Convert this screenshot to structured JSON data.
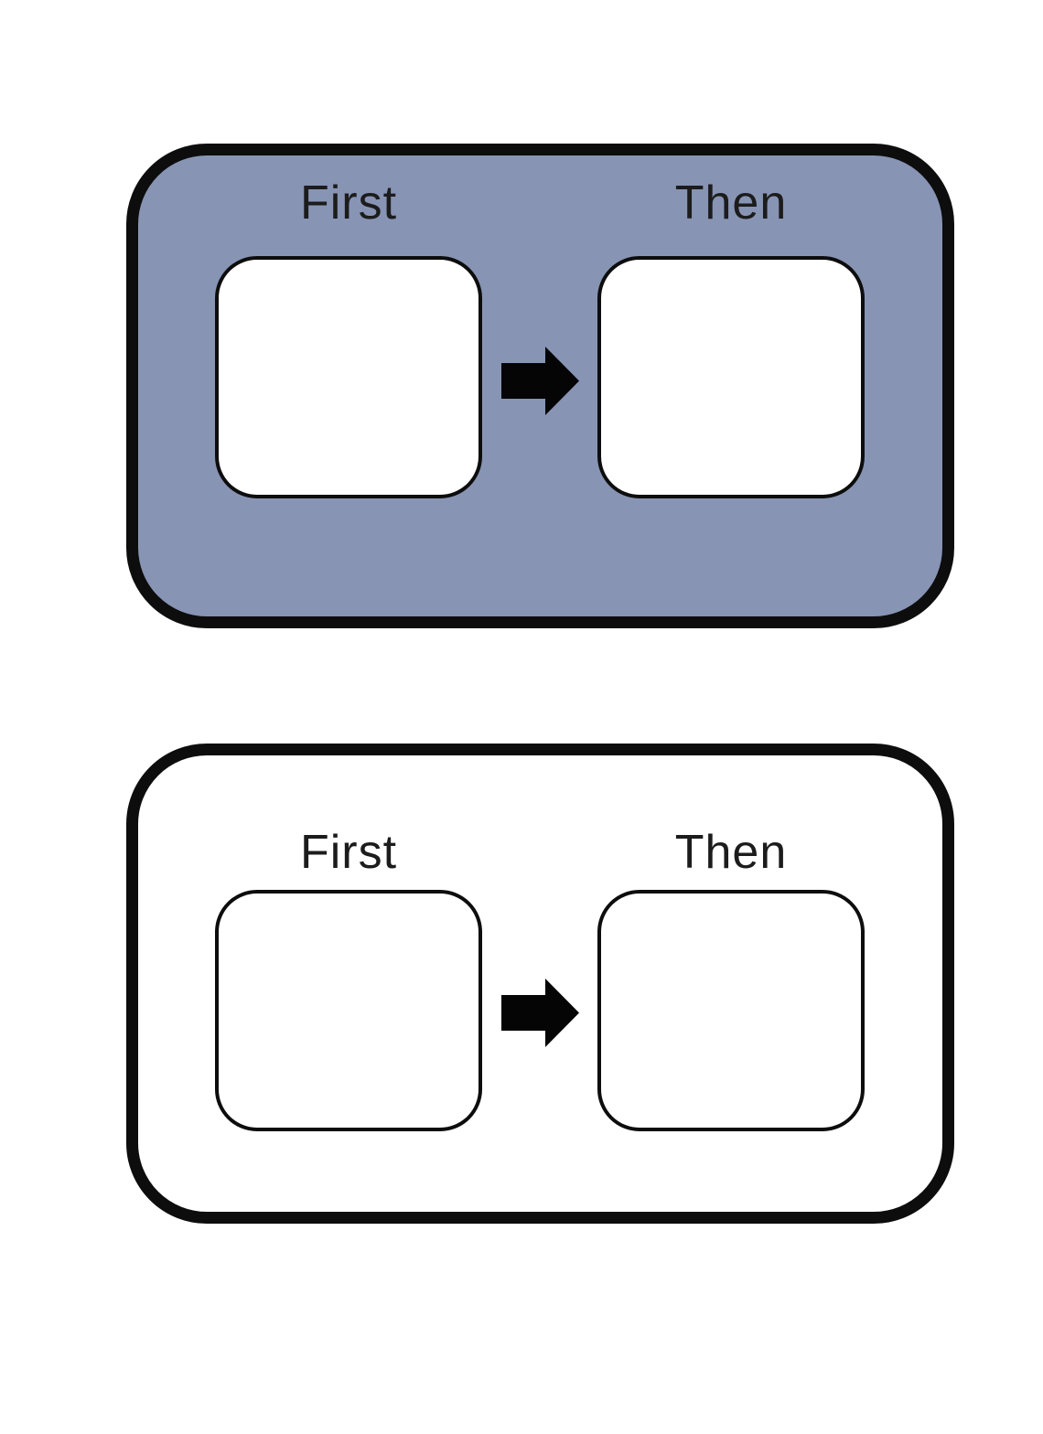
{
  "boards": [
    {
      "name": "colored-first-then-board",
      "first_label": "First",
      "then_label": "Then",
      "background": "#8794b4"
    },
    {
      "name": "plain-first-then-board",
      "first_label": "First",
      "then_label": "Then",
      "background": "#ffffff"
    }
  ],
  "icons": {
    "between_slots": "right-arrow-icon",
    "glyph": "➡"
  },
  "colors": {
    "page-background": "#ffffff",
    "board-colored-fill": "#8794b4",
    "board-plain-fill": "#ffffff",
    "outline": "#0d0d0d",
    "slot-fill": "#ffffff",
    "label-text": "#1c1c1c",
    "arrow": "#050505"
  }
}
